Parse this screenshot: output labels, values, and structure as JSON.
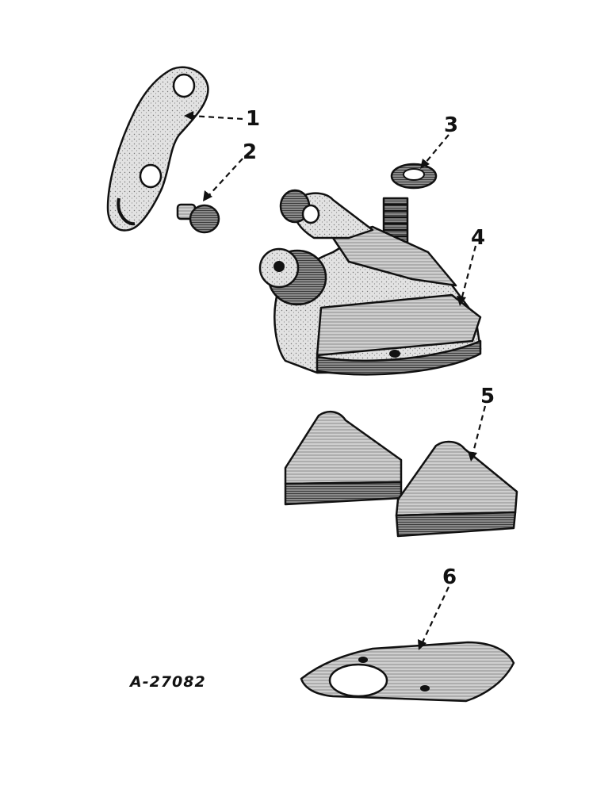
{
  "figure": {
    "id_label": "A-27082"
  },
  "callouts": [
    {
      "label": "1",
      "part": "lever"
    },
    {
      "label": "2",
      "part": "bolt"
    },
    {
      "label": "3",
      "part": "washer"
    },
    {
      "label": "4",
      "part": "housing-assembly"
    },
    {
      "label": "5",
      "part": "wedge-block-pair"
    },
    {
      "label": "6",
      "part": "base-plate"
    }
  ],
  "colors": {
    "ink": "#111111",
    "shade": "#6b6b6b",
    "light_shade": "#bdbdbd",
    "paper": "#ffffff"
  }
}
